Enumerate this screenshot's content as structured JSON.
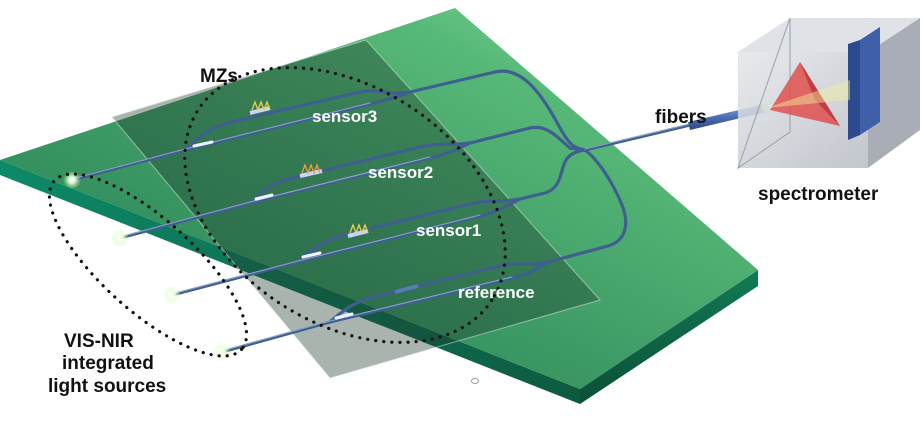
{
  "labels": {
    "mzs": "MZs",
    "sensor3": "sensor3",
    "sensor2": "sensor2",
    "sensor1": "sensor1",
    "reference": "reference",
    "fibers": "fibers",
    "spectrometer": "spectrometer",
    "sources_line1": "VIS-NIR",
    "sources_line2": "integrated",
    "sources_line3": "light sources"
  },
  "colors": {
    "chip_top_light": "#6fd08a",
    "chip_top_dark": "#1f6e4c",
    "chip_edge": "#0f6a4e",
    "waveguide": "#3e5f8f",
    "spectrometer_box": "#c9cdd3",
    "prism": "#e0504f",
    "grating": "#3f5fa8"
  }
}
